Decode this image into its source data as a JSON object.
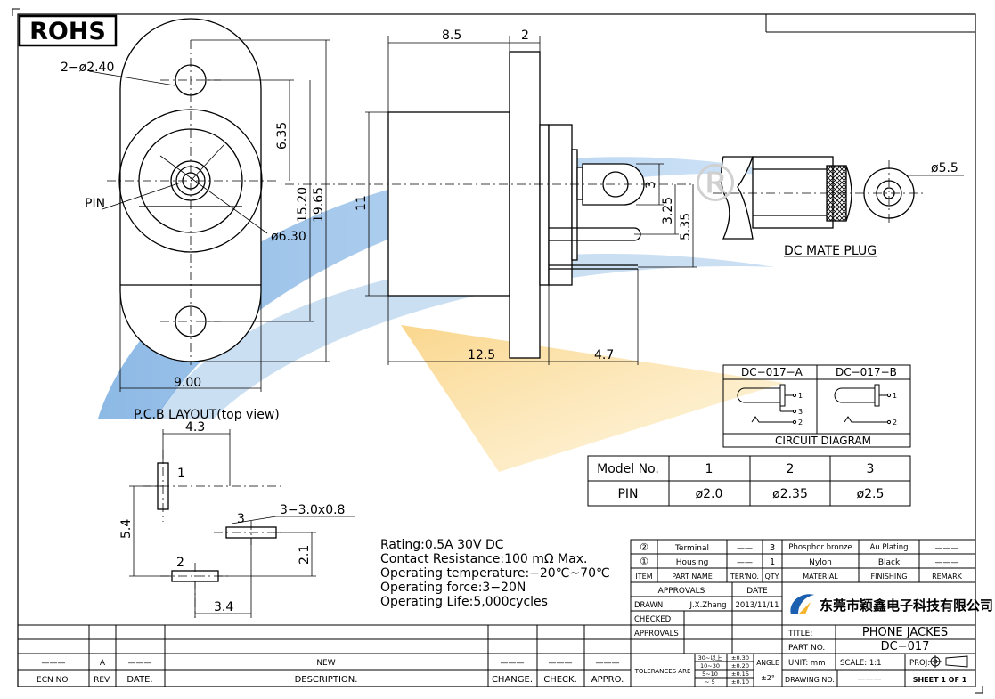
{
  "rohs": "ROHS",
  "front": {
    "hole_label": "2−ø2.40",
    "pin_label": "PIN",
    "dim_635": "6.35",
    "dim_1520": "15.20",
    "dim_1965": "19.65",
    "dim_630": "ø6.30",
    "dim_900": "9.00"
  },
  "side": {
    "dim_85": "8.5",
    "dim_2": "2",
    "dim_11": "11",
    "dim_3": "3",
    "dim_325": "3.25",
    "dim_535": "5.35",
    "dim_125": "12.5",
    "dim_47": "4.7"
  },
  "plug": {
    "dim_55": "ø5.5",
    "title": "DC  MATE  PLUG",
    "reg": "®"
  },
  "pcb": {
    "title": "P.C.B  LAYOUT(top  view)",
    "dim_43": "4.3",
    "dim_54": "5.4",
    "dim_21": "2.1",
    "dim_34": "3.4",
    "pad_label": "3−3.0x0.8",
    "pin1": "1",
    "pin2": "2",
    "pin3": "3"
  },
  "circuit": {
    "col_a": "DC−017−A",
    "col_b": "DC−017−B",
    "caption": "CIRCUIT  DIAGRAM",
    "pins": [
      "1",
      "3",
      "2",
      "1",
      "2"
    ]
  },
  "model_table": {
    "header": [
      "Model  No.",
      "1",
      "2",
      "3"
    ],
    "row": [
      "PIN",
      "ø2.0",
      "ø2.35",
      "ø2.5"
    ]
  },
  "specs": [
    "Rating:0.5A  30V  DC",
    "Contact  Resistance:100  mΩ  Max.",
    "Operating  temperature:−20℃~70℃",
    "Operating  force:3−20N",
    "Operating  Life:5,000cycles"
  ],
  "title_block": {
    "parts": [
      {
        "item": "②",
        "name": "Terminal",
        "ter": "——",
        "qty": "3",
        "material": "Phosphor bronze",
        "finish": "Au Plating",
        "remark": "———"
      },
      {
        "item": "①",
        "name": "Housing",
        "ter": "——",
        "qty": "1",
        "material": "Nylon",
        "finish": "Black",
        "remark": "———"
      }
    ],
    "headers": [
      "ITEM",
      "PART NAME",
      "TER'NO.",
      "QTY.",
      "MATERIAL",
      "FINISHING",
      "REMARK"
    ],
    "approvals": "APPROVALS",
    "date": "DATE",
    "drawn": "DRAWN",
    "drawn_by": "J.X.Zhang",
    "drawn_date": "2013/11/11",
    "checked": "CHECKED",
    "approvals2": "APPROVALS",
    "company": "东莞市颖鑫电子科技有限公司",
    "title_lbl": "TITLE:",
    "title_val": "PHONE  JACKES",
    "part_lbl": "PART  NO.",
    "part_val": "DC−017",
    "tol_lbl": "TOLERANCES  ARE",
    "tol_rows": [
      [
        "30~以上",
        "±0.30"
      ],
      [
        "10~30",
        "±0.20"
      ],
      [
        "5~10",
        "±0.15"
      ],
      [
        "~ 5",
        "±0.10"
      ]
    ],
    "angle": "ANGLE",
    "angle_val": "±2°",
    "unit": "UNIT:  mm",
    "scale": "SCALE:   1:1",
    "proj": "PROJ:",
    "drawing_no": "DRAWING  NO.",
    "drawing_no_val": "———",
    "sheet": "SHEET   1  OF  1"
  },
  "revision": {
    "row1": [
      "———",
      "A",
      "———",
      "NEW",
      "———",
      "———",
      "———"
    ],
    "headers": [
      "ECN  NO.",
      "REV.",
      "DATE.",
      "DESCRIPTION.",
      "CHANGE.",
      "CHECK.",
      "APPRO."
    ]
  },
  "colors": {
    "watermark_blue": "#2f7fd0",
    "watermark_orange": "#f6b530",
    "logo_blue": "#1a5fb0"
  }
}
